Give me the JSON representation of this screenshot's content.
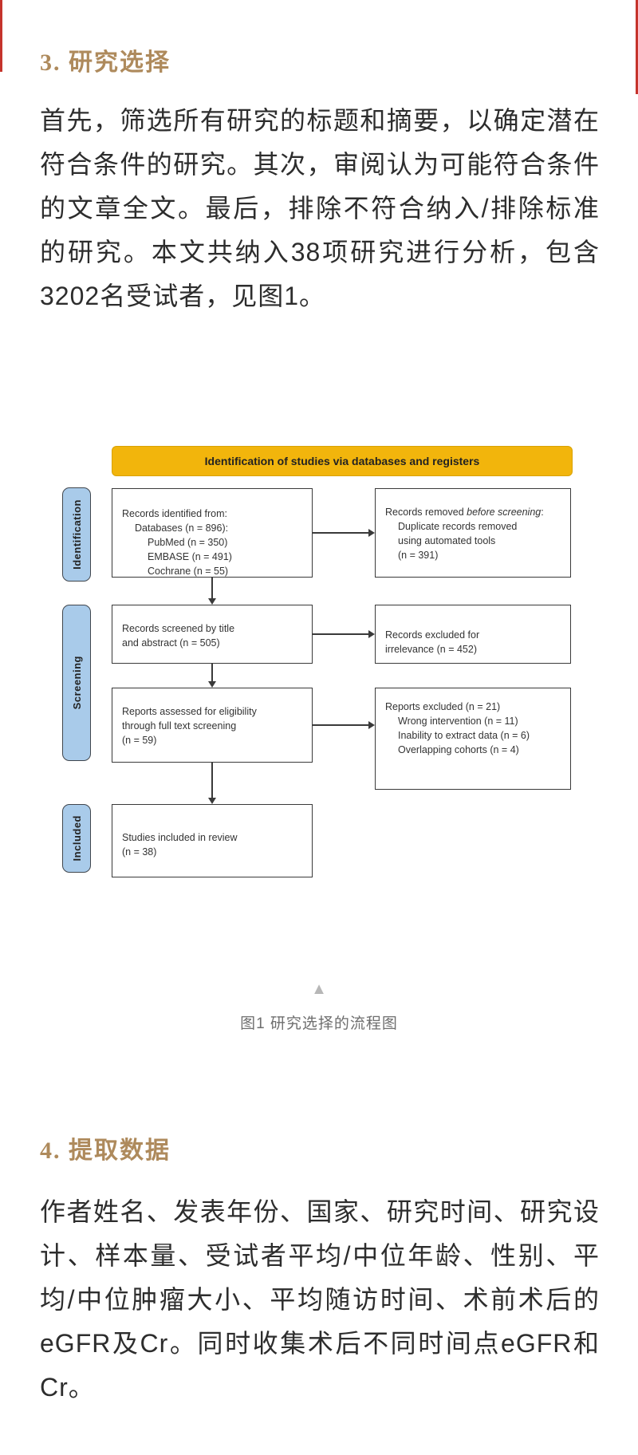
{
  "page": {
    "accent_heading_color": "#ae8a5c",
    "edge_tick_color": "#c5342c"
  },
  "sections": [
    {
      "heading": "3. 研究选择",
      "paragraph": "首先，筛选所有研究的标题和摘要，以确定潜在符合条件的研究。其次，审阅认为可能符合条件的文章全文。最后，排除不符合纳入/排除标准的研究。本文共纳入38项研究进行分析，包含3202名受试者，见图1。"
    },
    {
      "heading": "4. 提取数据",
      "paragraph": "作者姓名、发表年份、国家、研究时间、研究设计、样本量、受试者平均/中位年龄、性别、平均/中位肿瘤大小、平均随访时间、术前术后的eGFR及Cr。同时收集术后不同时间点eGFR和Cr。"
    }
  ],
  "figure": {
    "caption": "图1 研究选择的流程图",
    "collapse_marker": "▲",
    "colors": {
      "banner_bg": "#f2b50c",
      "stage_bg": "#a9cbea",
      "box_border": "#3a3a3a"
    },
    "banner": "Identification of studies via databases and registers",
    "stages": [
      {
        "label": "Identification"
      },
      {
        "label": "Screening"
      },
      {
        "label": "Included"
      }
    ],
    "boxes": {
      "identified": {
        "lines": [
          "Records identified from:",
          "Databases (n = 896):",
          "PubMed (n = 350)",
          "EMBASE (n = 491)",
          "Cochrane (n = 55)"
        ]
      },
      "removed": {
        "intro_plain": "Records removed ",
        "intro_italic": "before screening",
        "intro_colon": ":",
        "detail_lines": [
          "Duplicate records removed",
          "using automated tools",
          "(n = 391)"
        ]
      },
      "screened": {
        "lines": [
          "Records screened by title",
          "and abstract (n = 505)"
        ]
      },
      "irrelevance": {
        "lines": [
          "Records excluded for",
          "irrelevance (n = 452)"
        ]
      },
      "assessed": {
        "lines": [
          "Reports assessed for eligibility",
          "through full text screening",
          "(n = 59)"
        ]
      },
      "reports_excluded": {
        "lines": [
          "Reports excluded (n = 21)",
          "Wrong intervention (n = 11)",
          "Inability to extract data (n = 6)",
          "Overlapping cohorts (n = 4)"
        ]
      },
      "included": {
        "lines": [
          "Studies included in review",
          "(n = 38)"
        ]
      }
    }
  }
}
